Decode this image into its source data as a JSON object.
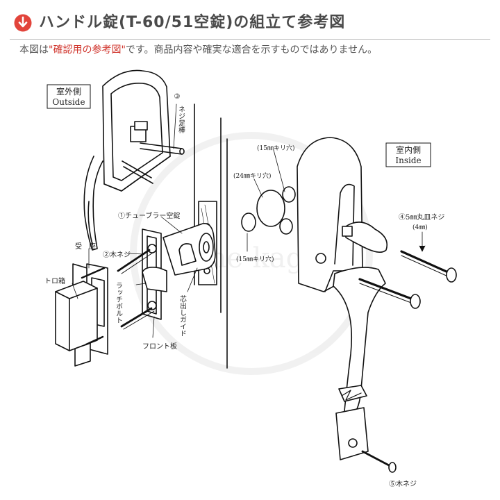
{
  "header": {
    "title": "ハンドル錠(T-60/51空錠)の組立て参考図",
    "icon": "arrow-down-circle-icon",
    "icon_color": "#e2443b"
  },
  "note": {
    "prefix": "本図は",
    "highlight": "\"確認用の参考図\"",
    "suffix": "です。商品内容や確実な適合を示すものではありません。",
    "highlight_color": "#d0342c"
  },
  "diagram": {
    "outside_jp": "室外側",
    "outside_en": "Outside",
    "inside_jp": "室内側",
    "inside_en": "Inside",
    "callout_3_num": "③",
    "callout_3": "ネジ足棒",
    "callout_1": "①チューブラー空錠",
    "callout_2": "②木ネジ",
    "ukeza": "受　座",
    "torobako": "トロ箱",
    "latch_bolt": "ラッチボルト",
    "center_guide": "芯出しガイド",
    "front_plate": "フロント板",
    "hole_15_top": "(15㎜キリ穴)",
    "hole_24": "(24㎜キリ穴)",
    "hole_15_bottom": "(15㎜キリ穴)",
    "callout_4": "④5㎜丸皿ネジ",
    "callout_4_sub": "(4㎜)",
    "callout_5": "⑤木ネジ",
    "watermark": "The-kagi"
  }
}
